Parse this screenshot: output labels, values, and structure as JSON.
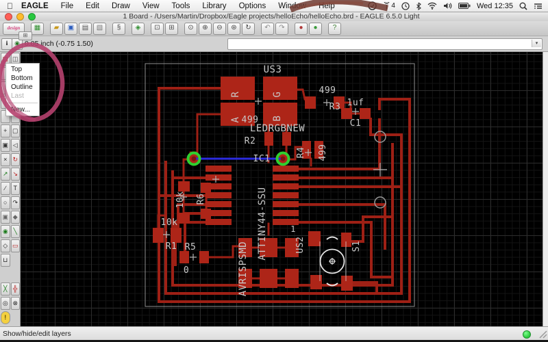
{
  "menubar": {
    "apple_label": "",
    "items": [
      "EAGLE",
      "File",
      "Edit",
      "Draw",
      "View",
      "Tools",
      "Library",
      "Options",
      "Window",
      "Help"
    ],
    "status": {
      "modem_count": "4",
      "clock": "Wed 12:35"
    }
  },
  "titlebar": {
    "title": "1 Board - /Users/Martin/Dropbox/Eagle projects/helloEcho/helloEcho.brd - EAGLE 6.5.0 Light"
  },
  "toolbar": {
    "buttons": [
      [
        "designlink-logo",
        "design",
        "#d6447e"
      ],
      "sep",
      [
        "library-icon",
        "▦",
        "#2f8f2f"
      ],
      "sep",
      [
        "open-icon",
        "▰",
        "#c8991c"
      ],
      [
        "save-icon",
        "▣",
        "#2f5fbf"
      ],
      [
        "print-icon",
        "▤",
        "#555555"
      ],
      [
        "cam-icon",
        "▧",
        "#777777"
      ],
      "sep",
      [
        "script-icon",
        "§",
        "#444444"
      ],
      "sep",
      [
        "use-icon",
        "◈",
        "#2f8f2f"
      ],
      "sep",
      [
        "window-icon",
        "⊡",
        "#555555"
      ],
      [
        "tile-icon",
        "⊞",
        "#555555"
      ],
      "sep",
      [
        "zoom-fit-icon",
        "⊙",
        "#444444"
      ],
      [
        "zoom-in-icon",
        "⊕",
        "#444444"
      ],
      [
        "zoom-out-icon",
        "⊖",
        "#444444"
      ],
      [
        "zoom-select-icon",
        "⊛",
        "#444444"
      ],
      [
        "redraw-icon",
        "↻",
        "#444444"
      ],
      "sep",
      [
        "undo-icon",
        "↶",
        "#8a8a8a"
      ],
      [
        "redo-icon",
        "↷",
        "#8a8a8a"
      ],
      "sep",
      [
        "stop-icon",
        "●",
        "#b03a3a"
      ],
      [
        "go-icon",
        "●",
        "#3a9a3a"
      ],
      "sep",
      [
        "help-icon",
        "?",
        "#3a7d2f"
      ]
    ],
    "grid_button_glyph": "⊞"
  },
  "coordbar": {
    "position": "0.05 inch (-0.75 1.50)",
    "info_glyph": "i",
    "eye_glyph": "◉",
    "dropdown_glyph": "▾",
    "command_value": ""
  },
  "layer_menu": {
    "items": [
      {
        "label": "Top"
      },
      {
        "label": "Bottom"
      },
      {
        "label": "Outline"
      },
      {
        "label": "Last",
        "disabled": true,
        "separator_after": true
      },
      {
        "label": "New..."
      }
    ]
  },
  "palette": {
    "rows": [
      [
        [
          "layers-icon",
          "▤",
          "#b33b2e"
        ],
        [
          "display-icon",
          "◫",
          "#555555"
        ]
      ],
      [
        [
          "tool-icon",
          "",
          ""
        ],
        [
          "tool-icon",
          "",
          ""
        ]
      ],
      [
        [
          "tool-icon",
          "",
          ""
        ],
        [
          "tool-icon",
          "",
          ""
        ]
      ],
      [
        [
          "tool-icon",
          "",
          ""
        ],
        [
          "tool-icon",
          "",
          ""
        ]
      ],
      [
        [
          "tool-icon",
          "",
          ""
        ],
        [
          "tool-icon",
          "",
          ""
        ]
      ],
      [
        [
          "move-icon",
          "+",
          "#333333"
        ],
        [
          "group-icon",
          "▢",
          "#333333"
        ]
      ],
      [
        [
          "copy-icon",
          "▣",
          "#333333"
        ],
        [
          "mirror-icon",
          "◁",
          "#333333"
        ]
      ],
      [
        [
          "delete-icon",
          "×",
          "#222222"
        ],
        [
          "rotate-icon",
          "↻",
          "#bb2222"
        ]
      ],
      [
        [
          "wire-icon",
          "↗",
          "#1a7a1a"
        ],
        [
          "ripup-icon",
          "↘",
          "#bb2222"
        ]
      ],
      [
        [
          "line-icon",
          "∕",
          "#222222"
        ],
        [
          "text-icon",
          "T",
          "#222222"
        ]
      ],
      [
        [
          "circle-icon",
          "○",
          "#222222"
        ],
        [
          "arc-icon",
          "↷",
          "#222222"
        ]
      ],
      [
        [
          "rect-icon",
          "▣",
          "#666666"
        ],
        [
          "polygon-icon",
          "◆",
          "#666666"
        ]
      ],
      [
        [
          "via-icon",
          "◉",
          "#1a7a1a"
        ],
        [
          "signal-icon",
          "╲",
          "#1a7a1a"
        ]
      ],
      [
        [
          "hole-icon",
          "◇",
          "#222222"
        ],
        [
          "smd-icon",
          "▭",
          "#bb2222"
        ]
      ],
      [
        [
          "restring-icon",
          "⊔",
          "#222222"
        ],
        null
      ],
      [
        null,
        null
      ],
      [
        [
          "ratsnest-icon",
          "╳",
          "#1a7a1a"
        ],
        [
          "auto-icon",
          "╬",
          "#bb2222"
        ]
      ],
      [
        [
          "drc-icon",
          "◎",
          "#222222"
        ],
        [
          "errors-icon",
          "⊗",
          "#222222"
        ]
      ],
      [
        [
          "warning-icon",
          "!",
          "#5a4a00"
        ],
        null
      ]
    ]
  },
  "board": {
    "labels": [
      [
        "US3",
        368,
        31,
        0,
        14
      ],
      [
        "R",
        318,
        63,
        -90,
        14
      ],
      [
        "G",
        379,
        63,
        -90,
        14
      ],
      [
        "A",
        318,
        100,
        -90,
        14
      ],
      [
        "B",
        379,
        98,
        -90,
        14
      ],
      [
        "499",
        448,
        61,
        0,
        13
      ],
      [
        "R3",
        459,
        85,
        0,
        13
      ],
      [
        "1uf",
        489,
        79,
        0,
        13
      ],
      [
        "C1",
        489,
        109,
        0,
        13
      ],
      [
        "499",
        335,
        104,
        0,
        13
      ],
      [
        "LEDRGBNEW",
        375,
        117,
        0,
        14
      ],
      [
        "R2",
        335,
        135,
        0,
        13
      ],
      [
        "IC1",
        352,
        161,
        0,
        13
      ],
      [
        "R4",
        413,
        148,
        -90,
        13
      ],
      [
        "499",
        445,
        148,
        -90,
        13
      ],
      [
        "10k",
        237,
        217,
        -90,
        13
      ],
      [
        "R6",
        267,
        216,
        -90,
        13
      ],
      [
        "10k",
        217,
        254,
        0,
        13
      ],
      [
        "R1",
        220,
        289,
        0,
        13
      ],
      [
        "R5",
        248,
        290,
        0,
        13
      ],
      [
        "0",
        242,
        324,
        0,
        13
      ],
      [
        "AVRISPSMD",
        329,
        318,
        -90,
        14
      ],
      [
        "ATTINY44-SSU",
        357,
        252,
        -90,
        14
      ],
      [
        "1",
        398,
        264,
        0,
        12
      ],
      [
        "US2",
        412,
        283,
        -90,
        13
      ],
      [
        "S1",
        494,
        285,
        -90,
        13
      ]
    ]
  },
  "statusbar": {
    "hint": "Show/hide/edit layers"
  },
  "colors": {
    "trace": "#9e2015",
    "pad": "#ad2518",
    "board_label": "#c9c9c9",
    "airwire": "#2b2be0",
    "via_highlight": "#2fd02f",
    "annotation": "#b5416e",
    "annotation_dark": "#6e3a30",
    "frame": "#8f8f8f",
    "hole": "#9a9a9a",
    "traffic_close": "#ff5f57",
    "traffic_min": "#febc2e",
    "traffic_max": "#28c840",
    "drc_ok": "#2ecc40"
  }
}
